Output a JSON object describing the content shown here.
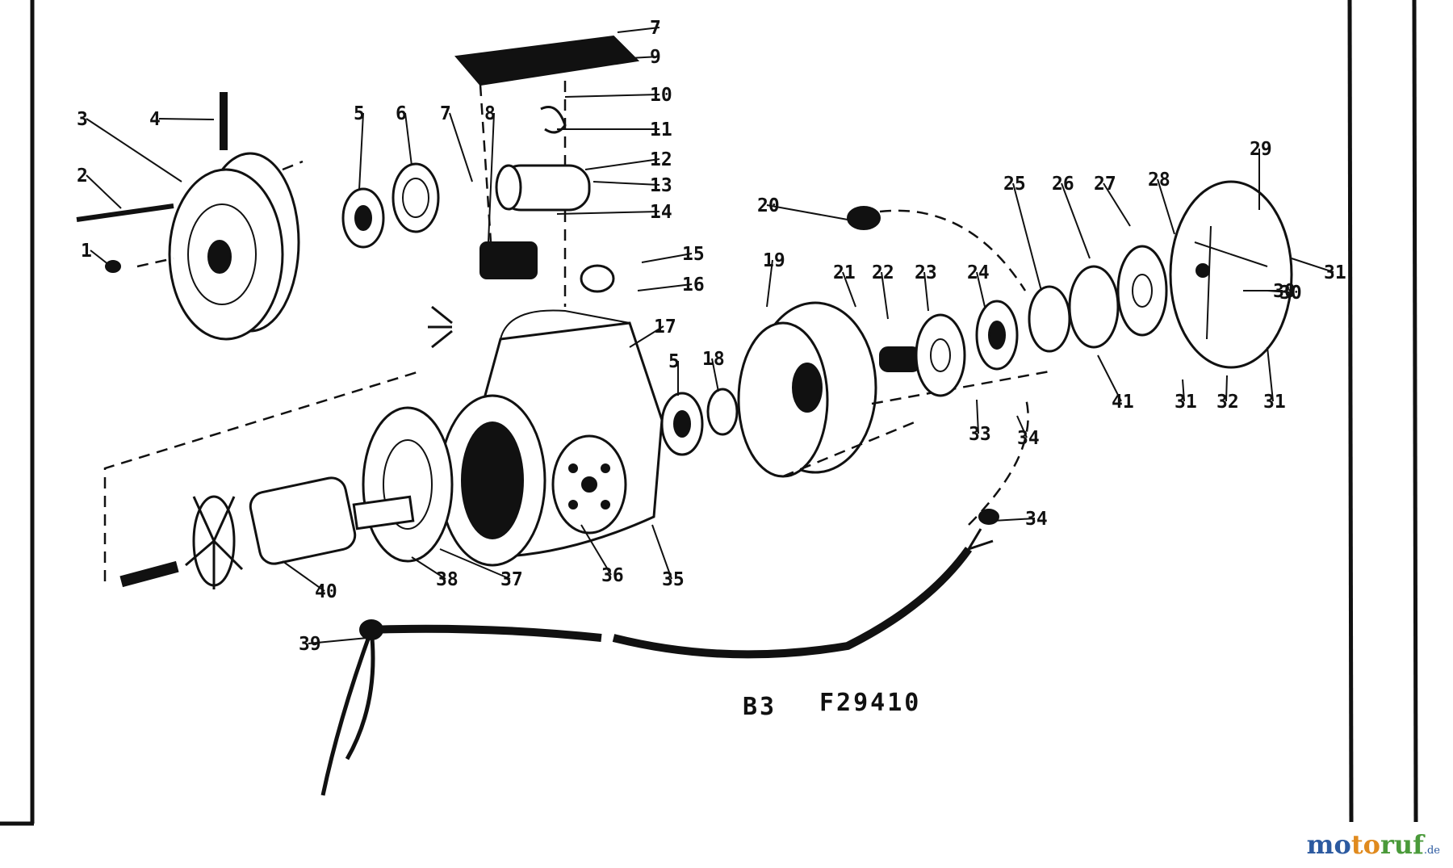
{
  "diagram": {
    "code_left": "B3",
    "code_right": "F29410",
    "callouts": [
      "1",
      "2",
      "3",
      "4",
      "5",
      "6",
      "7",
      "8",
      "7",
      "9",
      "10",
      "11",
      "12",
      "13",
      "14",
      "15",
      "16",
      "17",
      "5",
      "18",
      "19",
      "20",
      "21",
      "22",
      "23",
      "24",
      "25",
      "26",
      "27",
      "28",
      "29",
      "30",
      "31",
      "32",
      "31",
      "33",
      "34",
      "35",
      "36",
      "37",
      "38",
      "39",
      "40",
      "41",
      "30",
      "31",
      "34"
    ]
  },
  "watermark": {
    "part1": "mo",
    "part2": "to",
    "part3": "ruf",
    "suffix": ".de"
  }
}
